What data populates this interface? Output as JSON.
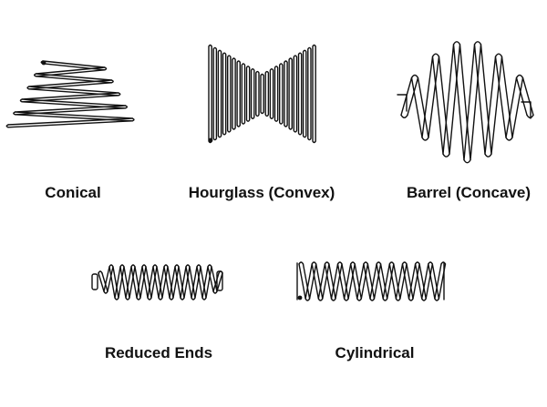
{
  "springs": [
    {
      "id": "conical",
      "label": "Conical"
    },
    {
      "id": "hourglass",
      "label": "Hourglass (Convex)"
    },
    {
      "id": "barrel",
      "label": "Barrel (Concave)"
    },
    {
      "id": "reduced-ends",
      "label": "Reduced Ends"
    },
    {
      "id": "cylindrical",
      "label": "Cylindrical"
    }
  ],
  "colors": {
    "background": "#ffffff",
    "stroke": "#111111"
  }
}
